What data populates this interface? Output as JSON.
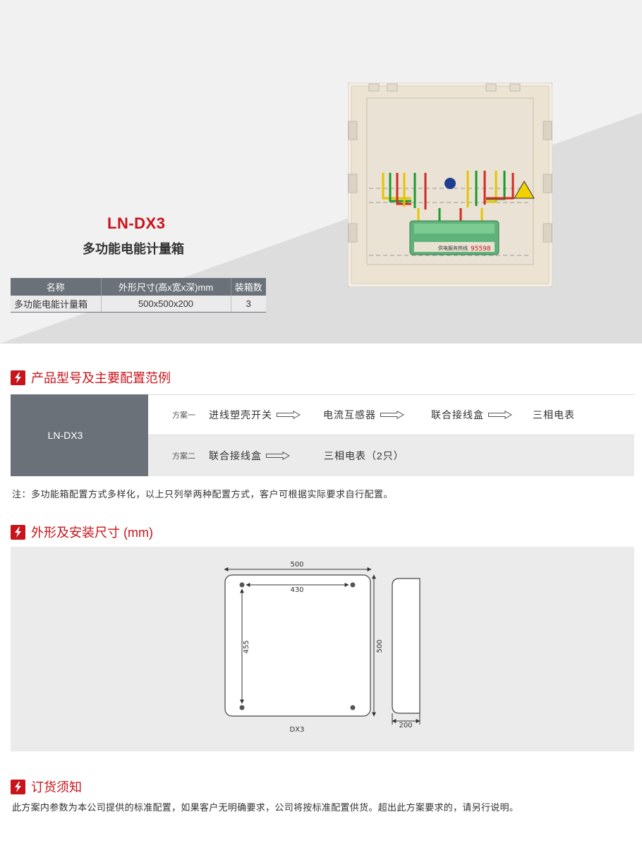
{
  "product": {
    "model": "LN-DX3",
    "name": "多功能电能计量箱"
  },
  "spec_table": {
    "headers": [
      "名称",
      "外形尺寸(高x宽x深)mm",
      "装箱数"
    ],
    "rows": [
      [
        "多功能电能计量箱",
        "500x500x200",
        "3"
      ]
    ]
  },
  "photo": {
    "hotline_label": "供电服务热线",
    "hotline_number": "95598"
  },
  "sections": {
    "config_title": "产品型号及主要配置范例",
    "dimension_title": "外形及安装尺寸 (mm)",
    "order_title": "订货须知"
  },
  "config": {
    "model": "LN-DX3",
    "plans": [
      {
        "label": "方案一",
        "steps": [
          "进线塑壳开关",
          "电流互感器",
          "联合接线盒",
          "三相电表"
        ]
      },
      {
        "label": "方案二",
        "steps": [
          "联合接线盒",
          "三相电表（2只）"
        ]
      }
    ],
    "note": "注：多功能箱配置方式多样化，以上只列举两种配置方式，客户可根据实际要求自行配置。"
  },
  "dimensions": {
    "width": "500",
    "hole_width": "430",
    "hole_height": "455",
    "height": "500",
    "depth": "200",
    "caption": "DX3"
  },
  "order_note": "此方案内参数为本公司提供的标准配置，如果客户无明确要求，公司将按标准配置供货。超出此方案要求的，请另行说明。",
  "colors": {
    "brand_red": "#c8141b",
    "header_gray": "#6b7179",
    "panel_gray": "#ebebeb"
  }
}
